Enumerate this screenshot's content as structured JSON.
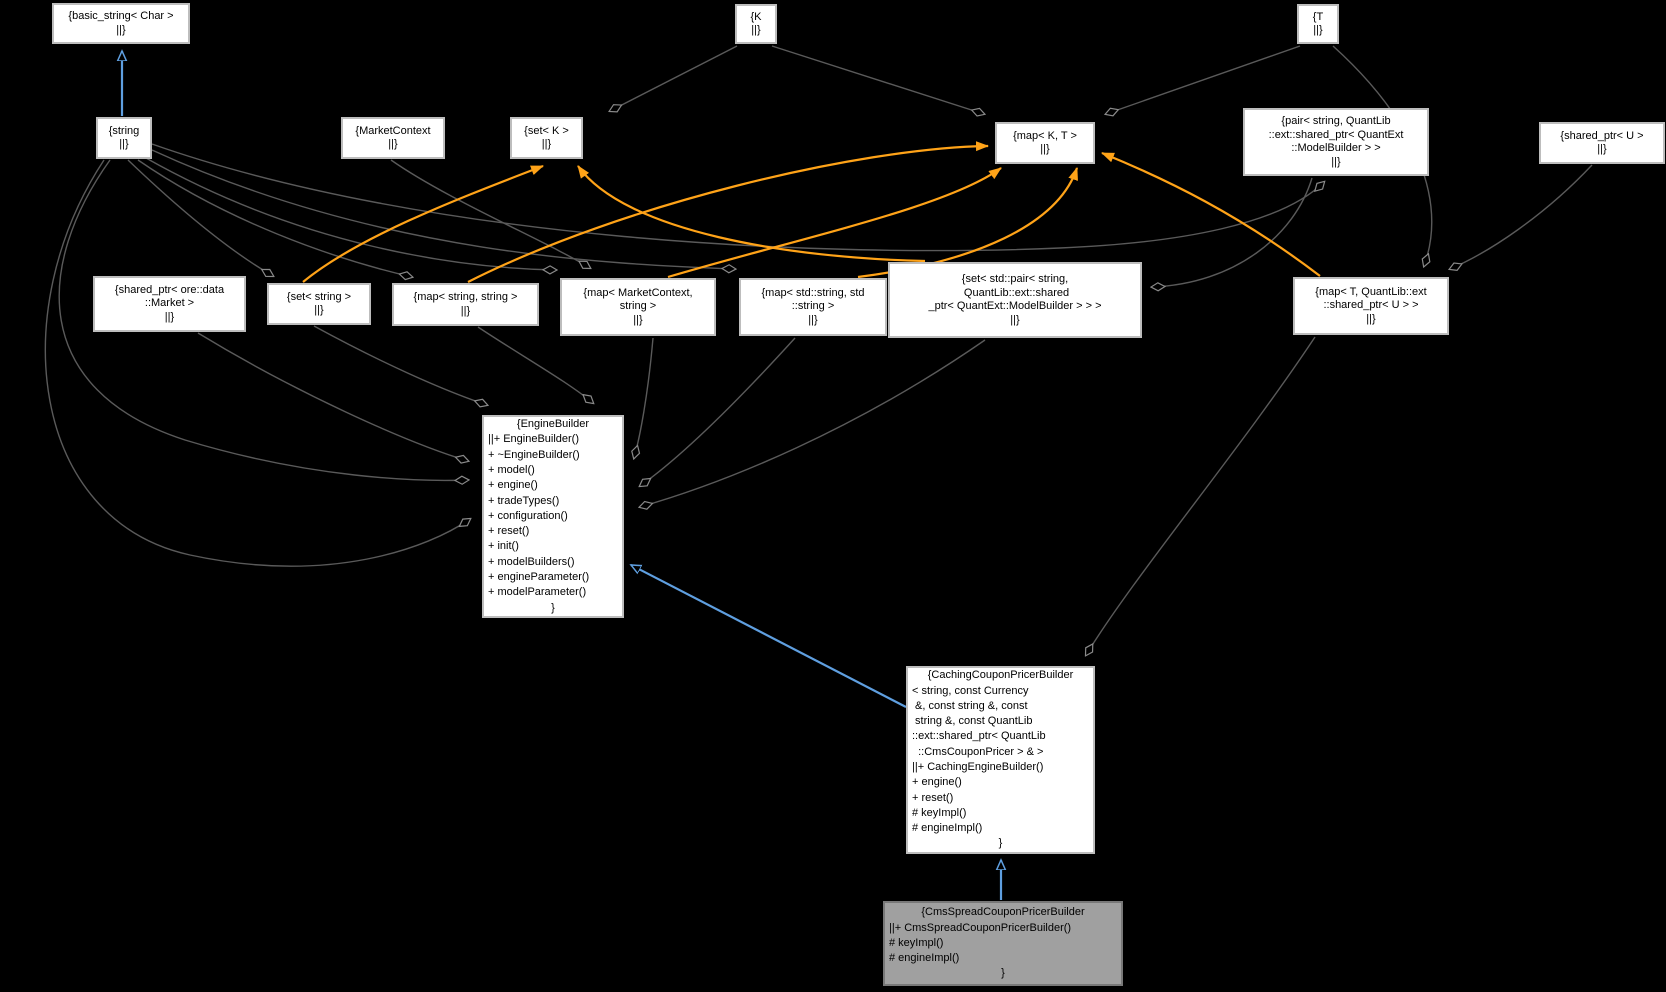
{
  "diagram_type": "uml-collaboration-graph",
  "colors": {
    "background": "#000000",
    "node_fill": "#ffffff",
    "node_border": "#bdbdbd",
    "highlighted_node_fill": "#a0a0a0",
    "edge_gray": "#5a5a5a",
    "edge_inheritance_blue": "#5f9fe0",
    "edge_template_orange": "#ffa318",
    "text": "#000000"
  },
  "nodes": [
    {
      "id": "basic_string",
      "lines": [
        "{basic_string< Char >",
        "||}"
      ]
    },
    {
      "id": "K",
      "lines": [
        "{K",
        "||}"
      ]
    },
    {
      "id": "T",
      "lines": [
        "{T",
        "||}"
      ]
    },
    {
      "id": "string",
      "lines": [
        "{string",
        "||}"
      ]
    },
    {
      "id": "MarketContext",
      "lines": [
        "{MarketContext",
        "||}"
      ]
    },
    {
      "id": "set_K",
      "lines": [
        "{set< K >",
        "||}"
      ]
    },
    {
      "id": "map_K_T",
      "lines": [
        "{map< K, T >",
        "||}"
      ]
    },
    {
      "id": "pair_string_modelbuilder",
      "lines": [
        "{pair< string, QuantLib",
        "::ext::shared_ptr< QuantExt",
        "::ModelBuilder > >",
        "||}"
      ]
    },
    {
      "id": "shared_ptr_U",
      "lines": [
        "{shared_ptr< U >",
        "||}"
      ]
    },
    {
      "id": "shared_ptr_market",
      "lines": [
        "{shared_ptr< ore::data",
        "::Market >",
        "||}"
      ]
    },
    {
      "id": "set_string",
      "lines": [
        "{set< string >",
        "||}"
      ]
    },
    {
      "id": "map_string_string",
      "lines": [
        "{map< string, string >",
        "||}"
      ]
    },
    {
      "id": "map_marketcontext_string",
      "lines": [
        "{map< MarketContext,",
        "string >",
        "||}"
      ]
    },
    {
      "id": "map_stdstring_stdstring",
      "lines": [
        "{map< std::string, std",
        "::string >",
        "||}"
      ]
    },
    {
      "id": "set_pair_modelbuilder",
      "lines": [
        "{set< std::pair< string,",
        " QuantLib::ext::shared",
        "_ptr< QuantExt::ModelBuilder > > >",
        "||}"
      ]
    },
    {
      "id": "map_T_sharedptr_U",
      "lines": [
        "{map< T, QuantLib::ext",
        "::shared_ptr< U > >",
        "||}"
      ]
    },
    {
      "id": "EngineBuilder",
      "lines": [
        "{EngineBuilder",
        "||+ EngineBuilder()",
        "+ ~EngineBuilder()",
        "+ model()",
        "+ engine()",
        "+ tradeTypes()",
        "+ configuration()",
        "+ reset()",
        "+ init()",
        "+ modelBuilders()",
        "+ engineParameter()",
        "+ modelParameter()",
        "}"
      ]
    },
    {
      "id": "CachingCouponPricerBuilder",
      "lines": [
        "{CachingCouponPricerBuilder",
        "< string, const Currency",
        " &, const string &, const",
        " string &, const QuantLib",
        "::ext::shared_ptr< QuantLib",
        "  ::CmsCouponPricer > & >",
        "||+ CachingEngineBuilder()",
        "+ engine()",
        "+ reset()",
        "# keyImpl()",
        "# engineImpl()",
        "}"
      ]
    },
    {
      "id": "CmsSpreadCouponPricerBuilder",
      "lines": [
        "{CmsSpreadCouponPricerBuilder",
        "||+ CmsSpreadCouponPricerBuilder()",
        "# keyImpl()",
        "# engineImpl()",
        "}"
      ]
    }
  ],
  "relationships": [
    {
      "from": "string",
      "to": "basic_string",
      "type": "inheritance"
    },
    {
      "from": "CachingCouponPricerBuilder",
      "to": "EngineBuilder",
      "type": "inheritance"
    },
    {
      "from": "CmsSpreadCouponPricerBuilder",
      "to": "CachingCouponPricerBuilder",
      "type": "inheritance"
    },
    {
      "from": "set_string",
      "to": "set_K",
      "type": "template-instantiation"
    },
    {
      "from": "set_pair_modelbuilder",
      "to": "set_K",
      "type": "template-instantiation"
    },
    {
      "from": "map_string_string",
      "to": "map_K_T",
      "type": "template-instantiation"
    },
    {
      "from": "map_marketcontext_string",
      "to": "map_K_T",
      "type": "template-instantiation"
    },
    {
      "from": "map_stdstring_stdstring",
      "to": "map_K_T",
      "type": "template-instantiation"
    },
    {
      "from": "map_T_sharedptr_U",
      "to": "map_K_T",
      "type": "template-instantiation"
    },
    {
      "from": "K",
      "to": "set_K",
      "type": "aggregation"
    },
    {
      "from": "K",
      "to": "map_K_T",
      "type": "aggregation"
    },
    {
      "from": "T",
      "to": "map_K_T",
      "type": "aggregation"
    },
    {
      "from": "T",
      "to": "map_T_sharedptr_U",
      "type": "aggregation"
    },
    {
      "from": "shared_ptr_U",
      "to": "map_T_sharedptr_U",
      "type": "aggregation"
    },
    {
      "from": "pair_string_modelbuilder",
      "to": "set_pair_modelbuilder",
      "type": "aggregation"
    },
    {
      "from": "string",
      "to": "set_string",
      "type": "aggregation"
    },
    {
      "from": "string",
      "to": "map_string_string",
      "type": "aggregation"
    },
    {
      "from": "string",
      "to": "map_marketcontext_string",
      "type": "aggregation"
    },
    {
      "from": "string",
      "to": "map_stdstring_stdstring",
      "type": "aggregation"
    },
    {
      "from": "string",
      "to": "pair_string_modelbuilder",
      "type": "aggregation"
    },
    {
      "from": "string",
      "to": "EngineBuilder",
      "type": "aggregation"
    },
    {
      "from": "MarketContext",
      "to": "map_marketcontext_string",
      "type": "aggregation"
    },
    {
      "from": "shared_ptr_market",
      "to": "EngineBuilder",
      "type": "aggregation"
    },
    {
      "from": "set_string",
      "to": "EngineBuilder",
      "type": "aggregation"
    },
    {
      "from": "map_string_string",
      "to": "EngineBuilder",
      "type": "aggregation"
    },
    {
      "from": "map_marketcontext_string",
      "to": "EngineBuilder",
      "type": "aggregation"
    },
    {
      "from": "map_stdstring_stdstring",
      "to": "EngineBuilder",
      "type": "aggregation"
    },
    {
      "from": "set_pair_modelbuilder",
      "to": "EngineBuilder",
      "type": "aggregation"
    },
    {
      "from": "map_T_sharedptr_U",
      "to": "CachingCouponPricerBuilder",
      "type": "aggregation"
    }
  ]
}
